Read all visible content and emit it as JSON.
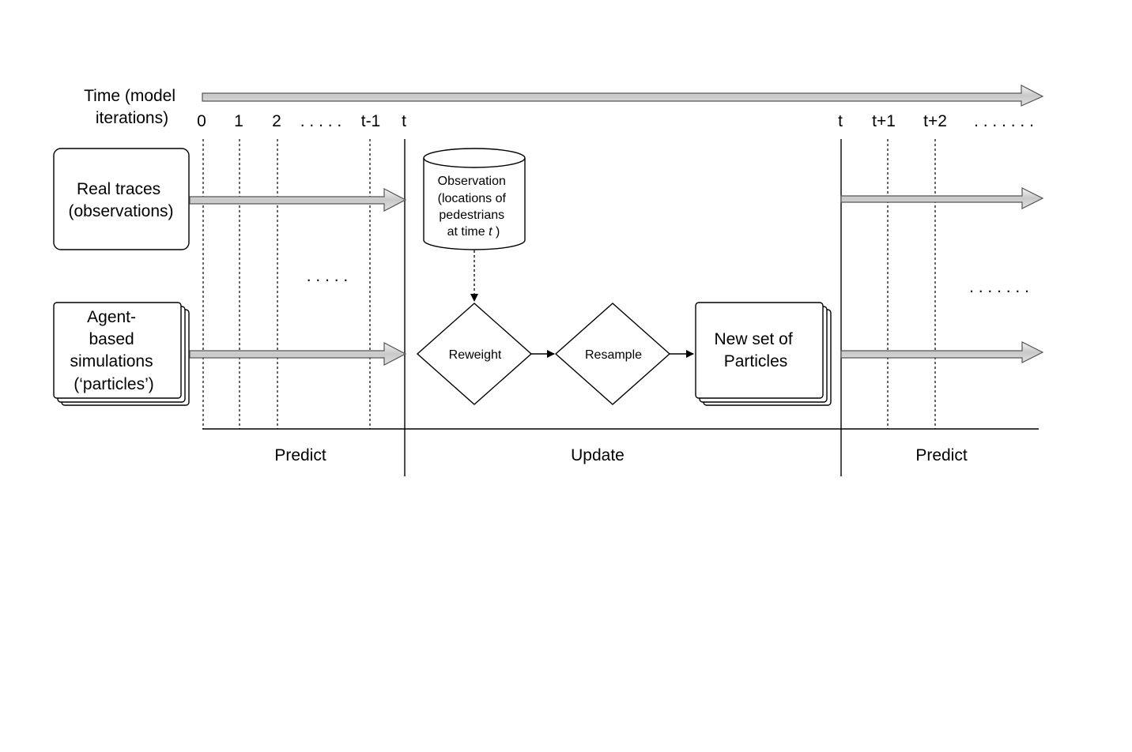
{
  "timeline": {
    "label_lines": [
      "Time (model",
      "iterations)"
    ],
    "left_ticks": [
      "0",
      "1",
      "2",
      ". . . . .",
      "t-1",
      "t"
    ],
    "right_ticks": [
      "t",
      "t+1",
      "t+2",
      ". . . . . . ."
    ]
  },
  "rows": {
    "real_traces": {
      "lines": [
        "Real traces",
        "(observations)"
      ]
    },
    "agents": {
      "lines": [
        "Agent-",
        "based",
        "simulations",
        "(‘particles’)"
      ]
    },
    "ellipsis_left": ". . . . .",
    "ellipsis_right": ". . . . . . ."
  },
  "update": {
    "observation": {
      "lines": [
        "Observation",
        "(locations of",
        "pedestrians",
        "at time "
      ],
      "time_var": "t",
      "close": " )"
    },
    "reweight": "Reweight",
    "resample": "Resample",
    "new_particles": {
      "lines": [
        "New set of",
        "Particles"
      ]
    }
  },
  "phases": {
    "predict_left": "Predict",
    "update": "Update",
    "predict_right": "Predict"
  }
}
